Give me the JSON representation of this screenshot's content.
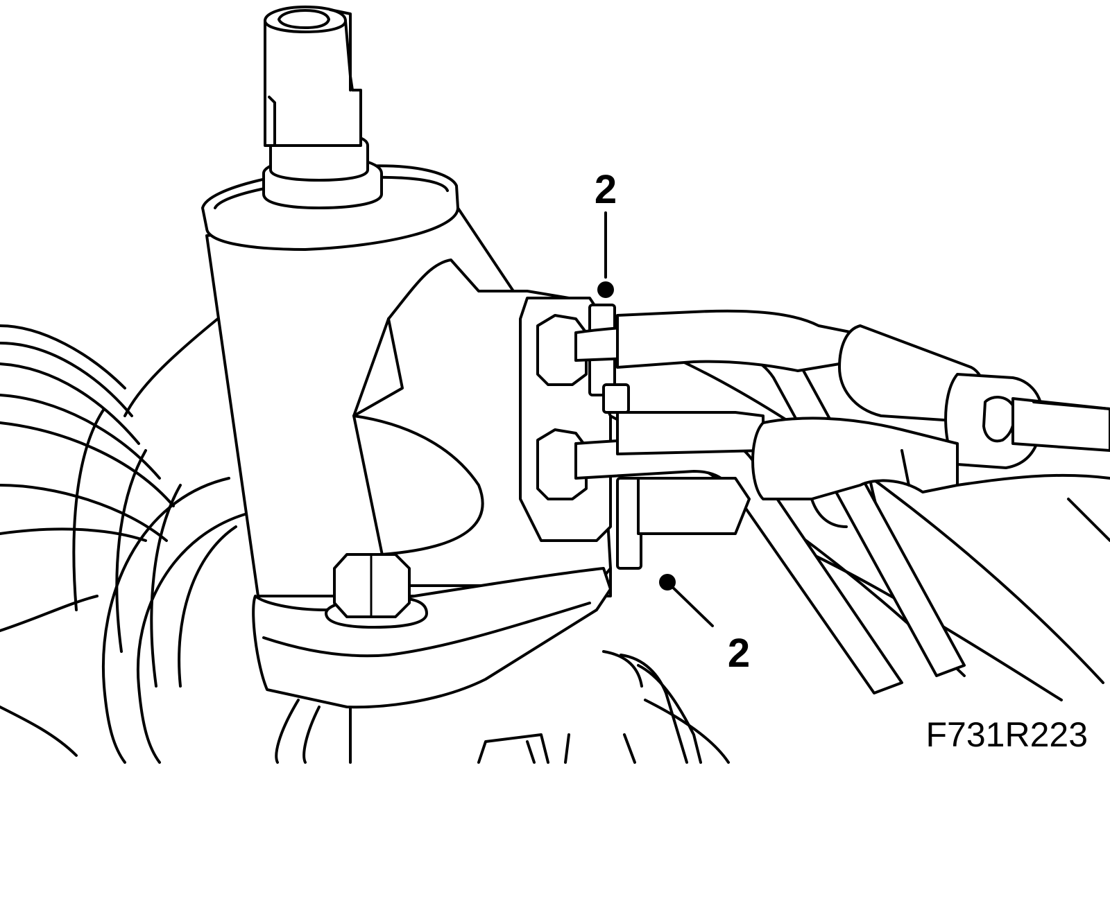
{
  "callouts": [
    {
      "label": "2"
    },
    {
      "label": "2"
    }
  ],
  "figure_code": "F731R223",
  "colors": {
    "line": "#000000",
    "background": "#ffffff"
  }
}
